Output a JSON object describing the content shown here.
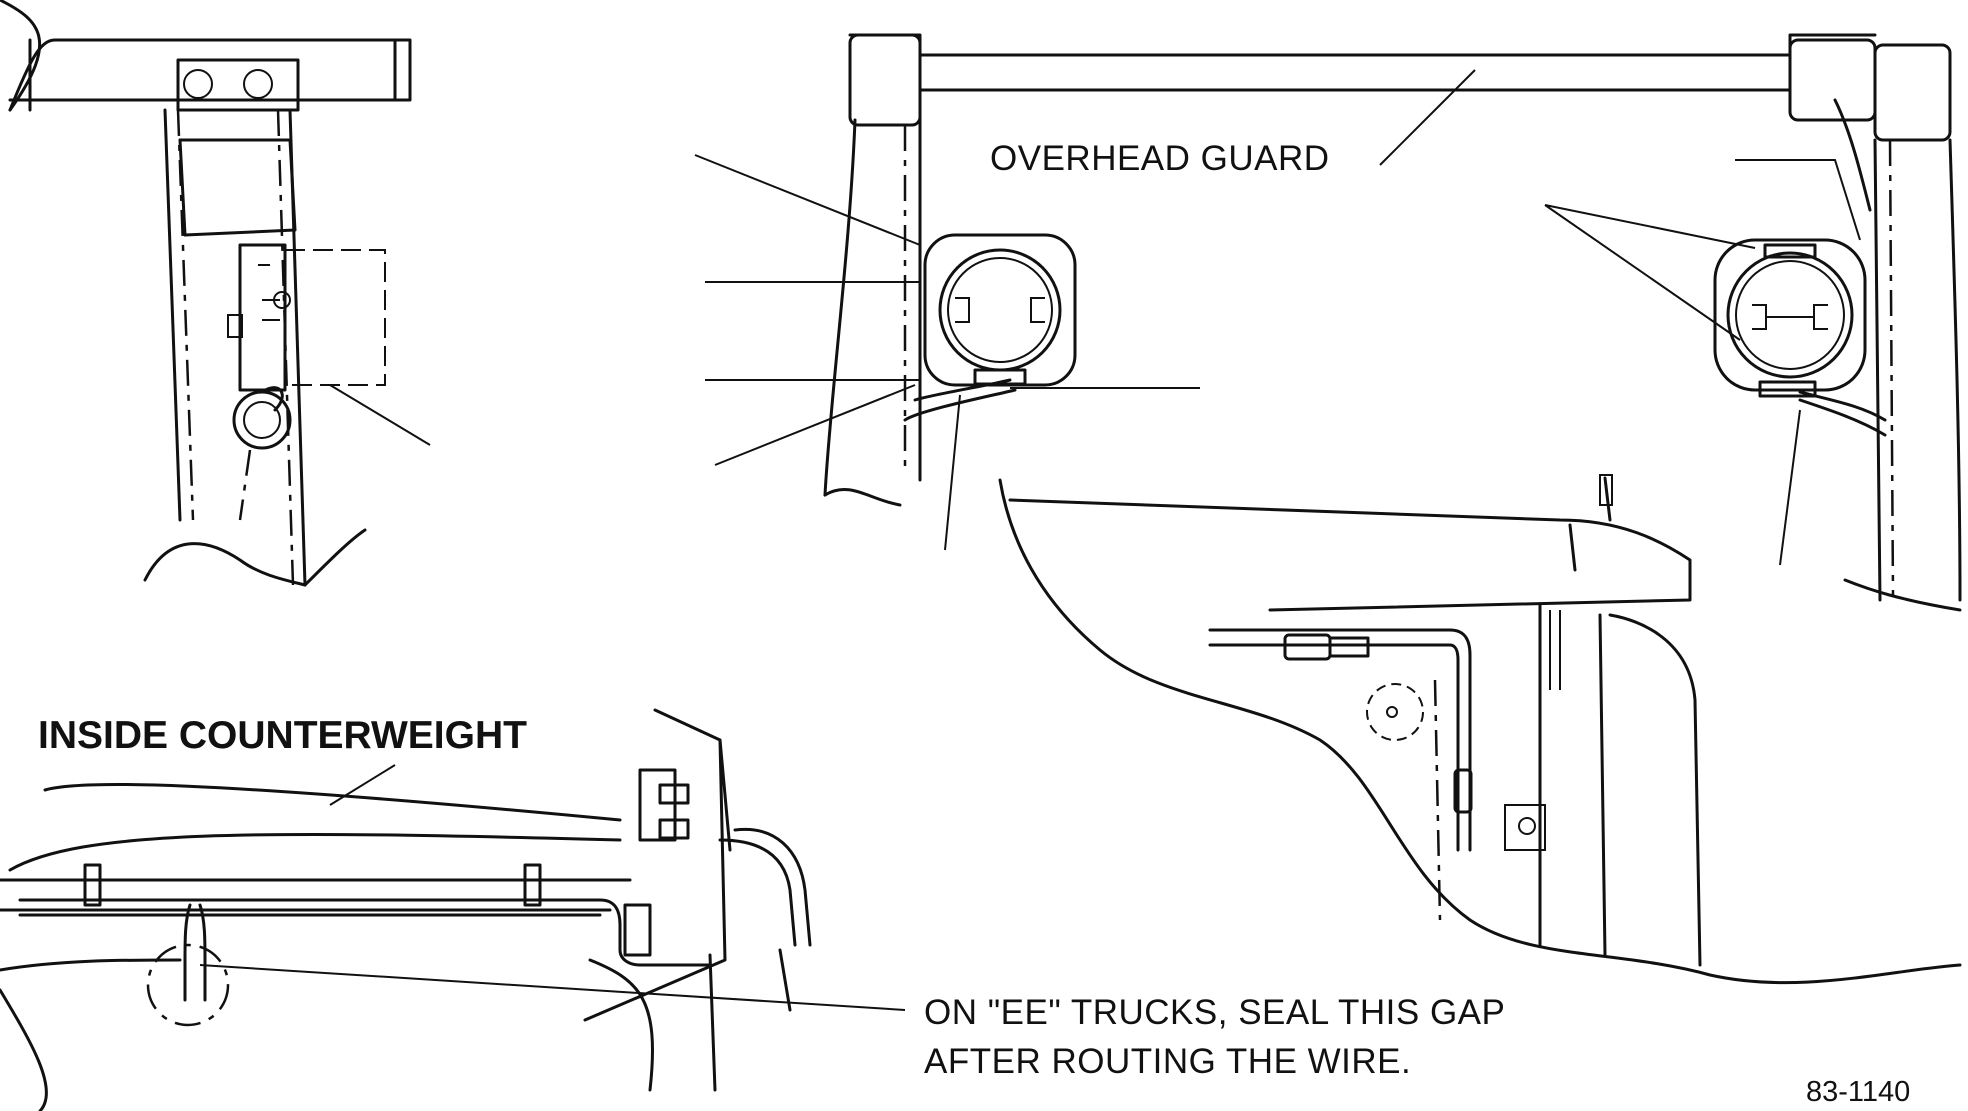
{
  "labels": {
    "overhead_guard": "OVERHEAD GUARD",
    "inside_counterweight": "INSIDE COUNTERWEIGHT",
    "seal_note_line1": "ON \"EE\" TRUCKS, SEAL THIS GAP",
    "seal_note_line2": "AFTER ROUTING THE WIRE.",
    "figure_number": "83-1140"
  },
  "colors": {
    "ink": "#111111",
    "background": "#ffffff"
  }
}
